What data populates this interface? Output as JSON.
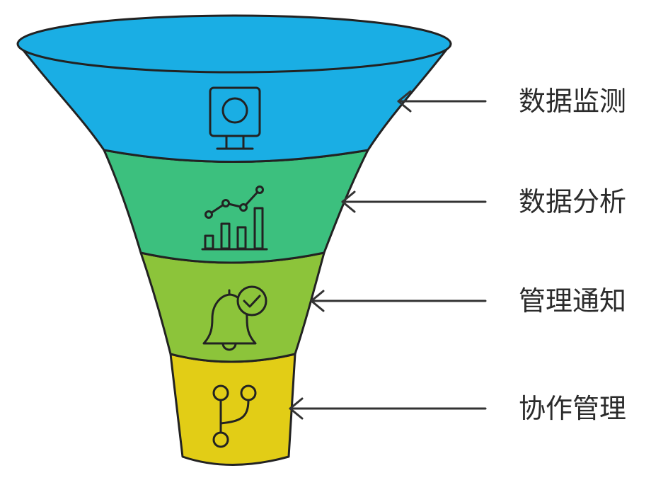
{
  "stages": [
    {
      "label": "数据监测",
      "color": "#1aaee4",
      "icon": "monitor-camera-icon"
    },
    {
      "label": "数据分析",
      "color": "#3cc07e",
      "icon": "growth-chart-icon"
    },
    {
      "label": "管理通知",
      "color": "#8cc43a",
      "icon": "bell-check-icon"
    },
    {
      "label": "协作管理",
      "color": "#e2cd16",
      "icon": "branch-merge-icon"
    }
  ],
  "colors": {
    "outline": "#222222",
    "arrow": "#333333"
  }
}
